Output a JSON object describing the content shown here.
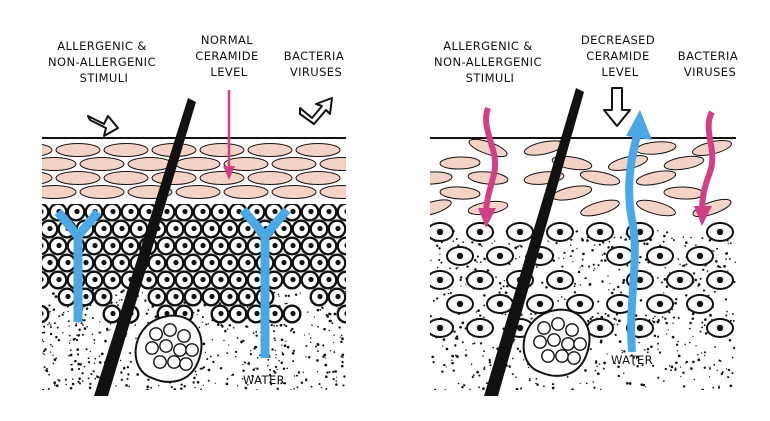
{
  "left_panel": {
    "stimuli_label": [
      "ALLERGENIC &",
      "NON-ALLERGENIC",
      "STIMULI"
    ],
    "ceramide_label": [
      "NORMAL",
      "CERAMIDE",
      "LEVEL"
    ],
    "pathogen_label": [
      "BACTERIA",
      "VIRUSES"
    ],
    "water_label": "WATER"
  },
  "right_panel": {
    "stimuli_label": [
      "ALLERGENIC &",
      "NON-ALLERGENIC",
      "STIMULI"
    ],
    "ceramide_label": [
      "DECREASED",
      "CERAMIDE",
      "LEVEL"
    ],
    "pathogen_label": [
      "BACTERIA",
      "VIRUSES"
    ],
    "water_label": "WATER"
  },
  "colors": {
    "skin_cell": "#f2d3c6",
    "water_arrow": "#4aa8e6",
    "stimulus_arrow": "#d13f86",
    "outline": "#111111"
  },
  "icons": [
    "hollow-arrow-icon",
    "hair-shaft-icon",
    "sebaceous-gland-icon"
  ]
}
